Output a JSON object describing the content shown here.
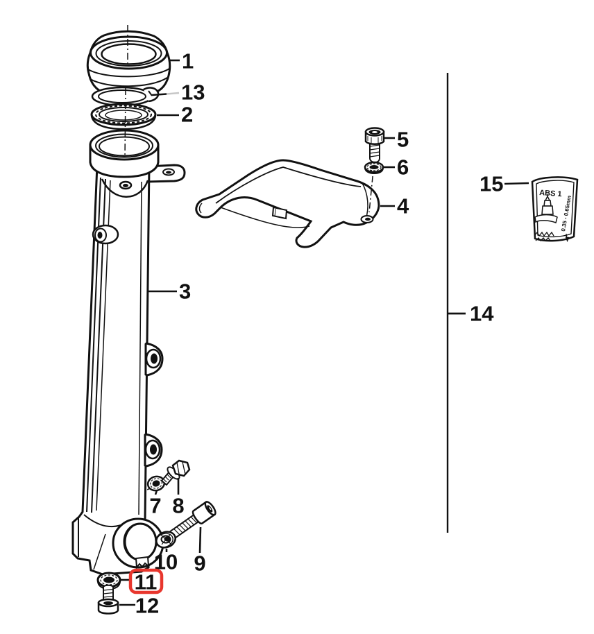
{
  "labels": {
    "p1": "1",
    "p2": "2",
    "p3": "3",
    "p4": "4",
    "p5": "5",
    "p6": "6",
    "p7": "7",
    "p8": "8",
    "p9": "9",
    "p10": "10",
    "p11": "11",
    "p12": "12",
    "p13": "13",
    "p14": "14",
    "p15": "15"
  },
  "sticker": {
    "title": "ABS 1",
    "dimension": "0.35 - 0.65mm"
  },
  "colors": {
    "ink": "#111111",
    "background": "#ffffff",
    "highlight_red": "#e8362d",
    "muted_gray": "#c6c6c6"
  }
}
